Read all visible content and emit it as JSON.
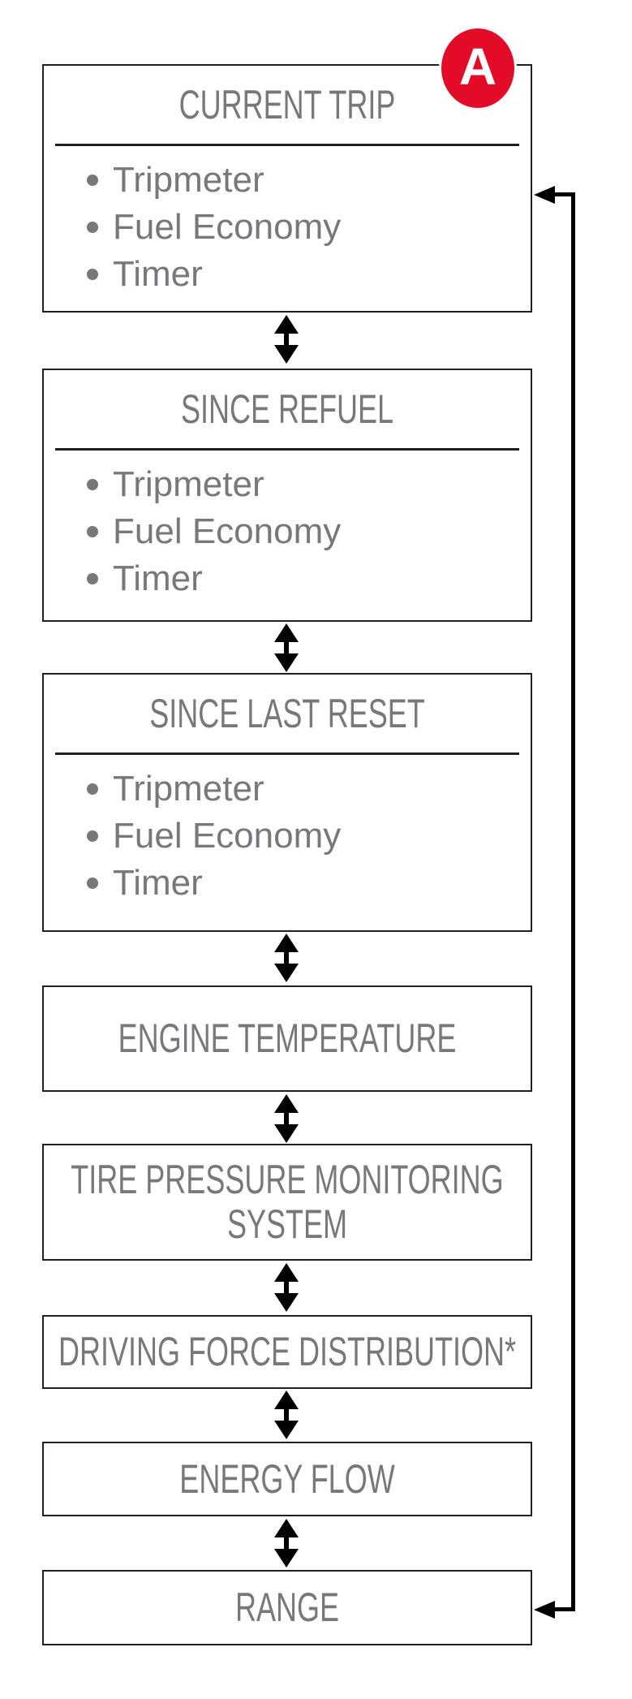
{
  "diagram": {
    "description": "Multi-information display menu flow",
    "callout": {
      "label": "A"
    },
    "colors": {
      "accent_red": "#E30B28",
      "text_gray": "#77787B",
      "line_black": "#231F20"
    },
    "boxes": [
      {
        "title": "CURRENT TRIP",
        "items": [
          "Tripmeter",
          "Fuel Economy",
          "Timer"
        ]
      },
      {
        "title": "SINCE REFUEL",
        "items": [
          "Tripmeter",
          "Fuel Economy",
          "Timer"
        ]
      },
      {
        "title": "SINCE LAST RESET",
        "items": [
          "Tripmeter",
          "Fuel Economy",
          "Timer"
        ]
      },
      {
        "title": "ENGINE TEMPERATURE"
      },
      {
        "title": "TIRE PRESSURE MONITORING SYSTEM"
      },
      {
        "title": "DRIVING FORCE DISTRIBUTION*"
      },
      {
        "title": "ENERGY FLOW"
      },
      {
        "title": "RANGE"
      }
    ]
  }
}
